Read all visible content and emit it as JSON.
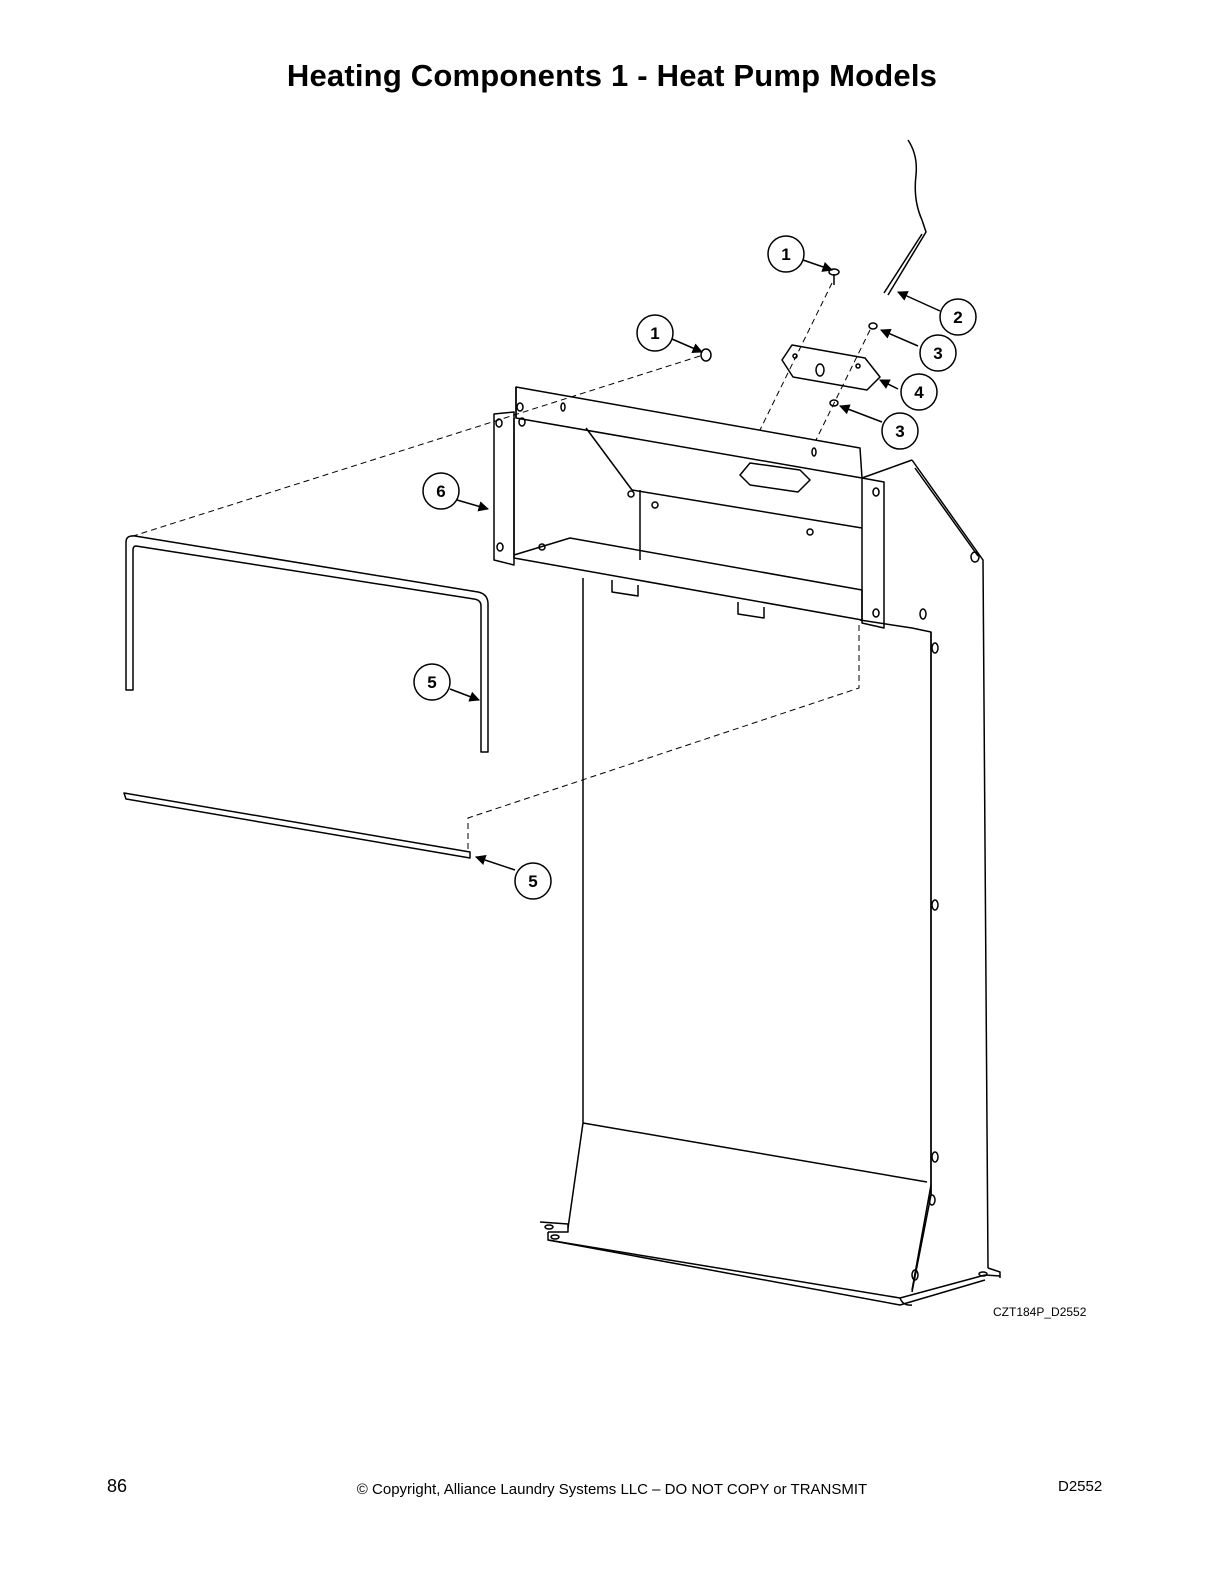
{
  "page": {
    "title": "Heating Components 1 - Heat Pump Models",
    "drawing_id": "CZT184P_D2552",
    "page_number": "86",
    "copyright": "© Copyright, Alliance Laundry Systems LLC – DO NOT COPY or TRANSMIT",
    "doc_code": "D2552"
  },
  "callouts": [
    {
      "label": "1"
    },
    {
      "label": "1"
    },
    {
      "label": "2"
    },
    {
      "label": "3"
    },
    {
      "label": "3"
    },
    {
      "label": "4"
    },
    {
      "label": "5"
    },
    {
      "label": "5"
    },
    {
      "label": "6"
    }
  ]
}
